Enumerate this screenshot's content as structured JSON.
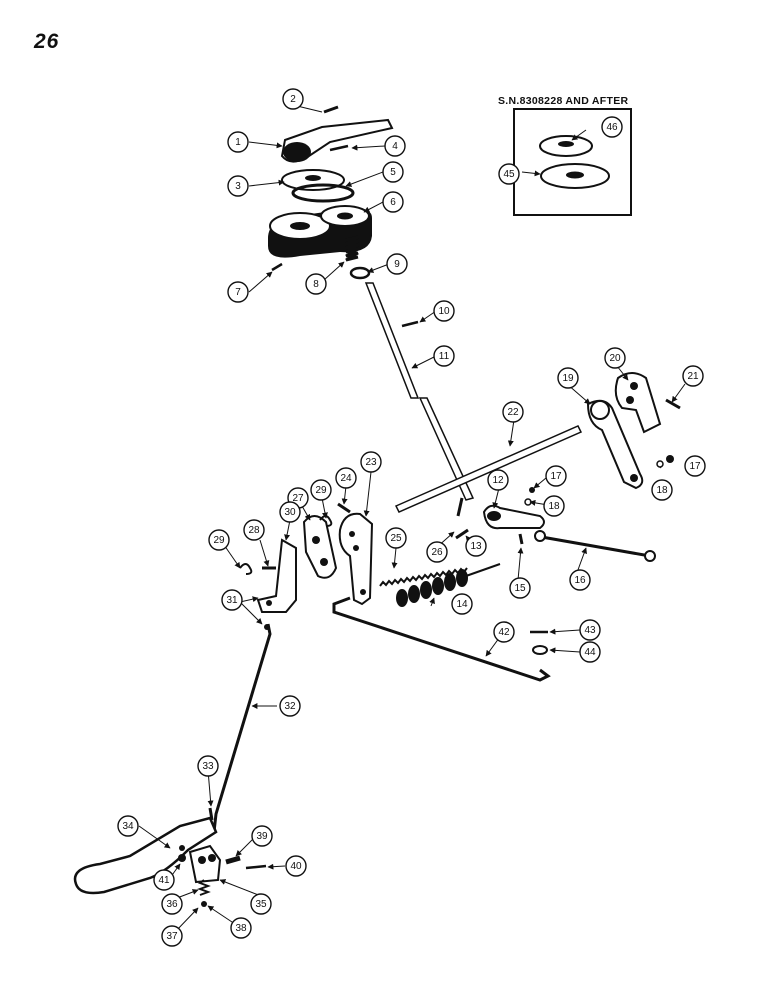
{
  "page": {
    "number": "26",
    "inset_title": "S.N.8308228 AND AFTER"
  },
  "colors": {
    "ink": "#111111",
    "paper": "#ffffff"
  },
  "callouts": [
    "1",
    "2",
    "3",
    "4",
    "5",
    "6",
    "7",
    "8",
    "9",
    "10",
    "11",
    "12",
    "13",
    "14",
    "15",
    "16",
    "17",
    "17",
    "18",
    "18",
    "19",
    "20",
    "21",
    "22",
    "23",
    "24",
    "25",
    "26",
    "27",
    "28",
    "29",
    "29",
    "30",
    "31",
    "32",
    "33",
    "34",
    "35",
    "36",
    "37",
    "38",
    "39",
    "40",
    "41",
    "42",
    "43",
    "44",
    "45",
    "46"
  ]
}
